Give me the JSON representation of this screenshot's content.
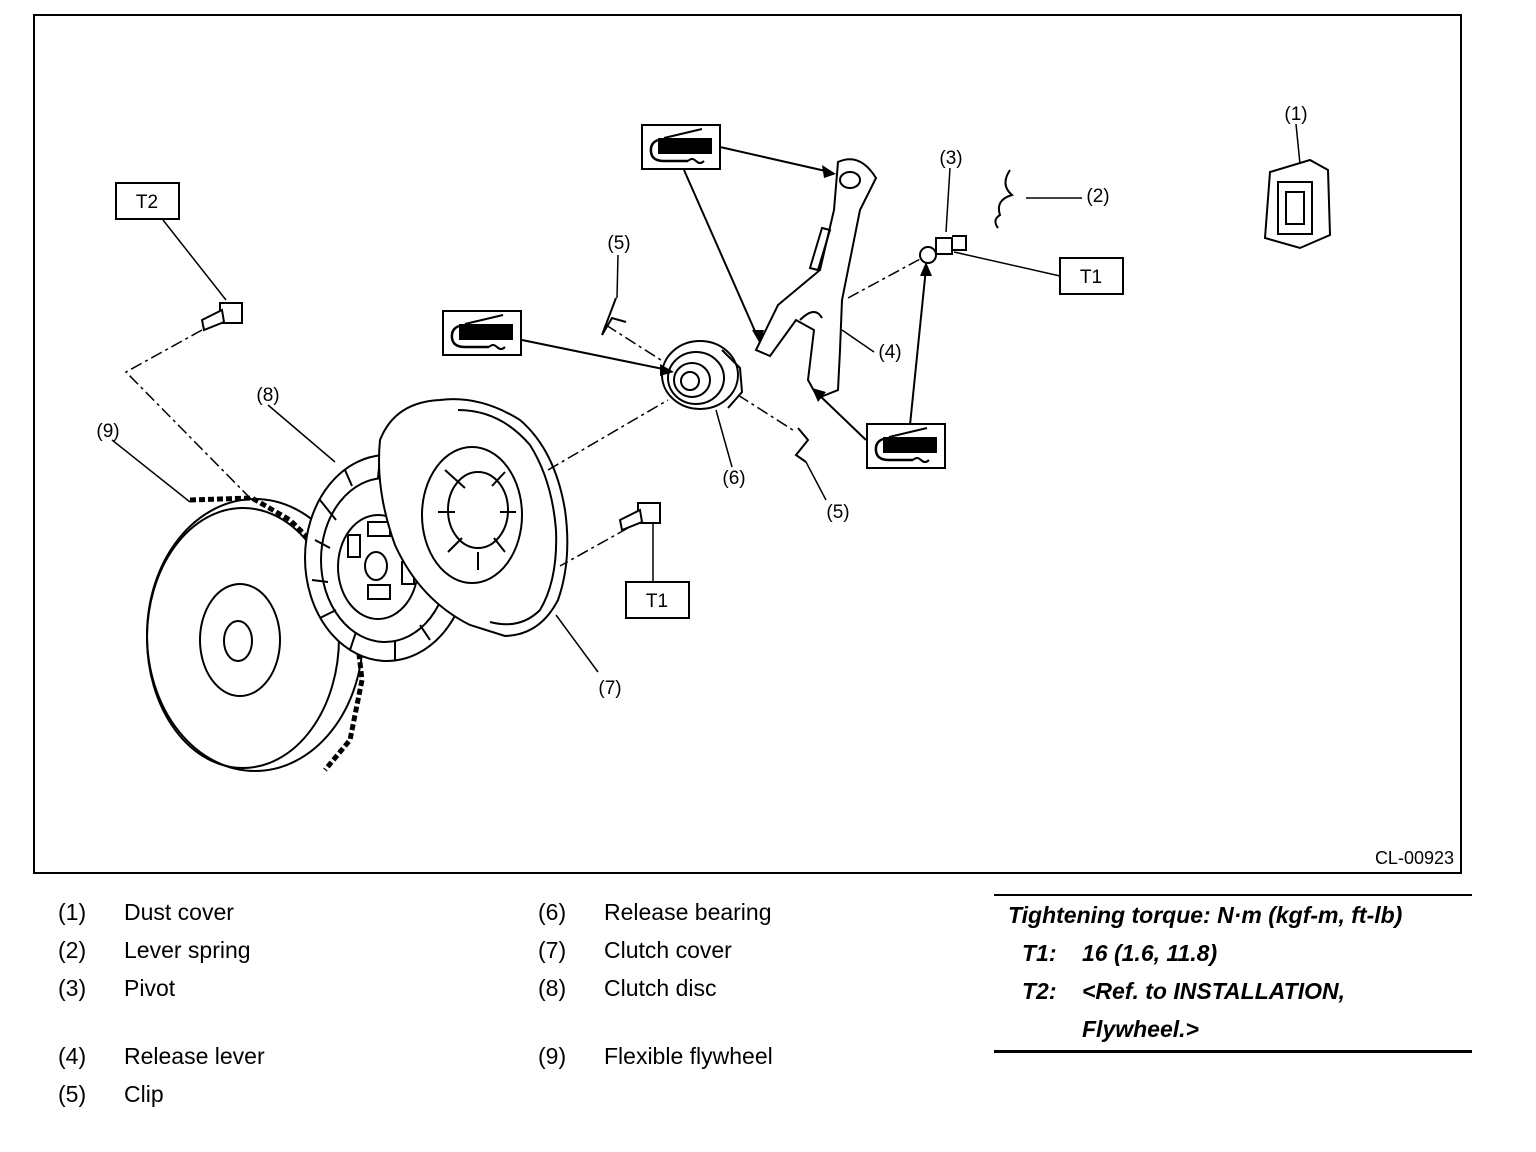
{
  "figure": {
    "id": "CL-00923",
    "callouts": [
      "(1)",
      "(2)",
      "(3)",
      "(4)",
      "(5)",
      "(5)",
      "(6)",
      "(7)",
      "(8)",
      "(9)"
    ],
    "torque_tags": [
      "T1",
      "T1",
      "T2"
    ]
  },
  "legend": {
    "left": [
      {
        "num": "(1)",
        "name": "Dust cover"
      },
      {
        "num": "(2)",
        "name": "Lever spring"
      },
      {
        "num": "(3)",
        "name": "Pivot"
      },
      {
        "num": "(4)",
        "name": "Release lever"
      },
      {
        "num": "(5)",
        "name": "Clip"
      }
    ],
    "middle": [
      {
        "num": "(6)",
        "name": "Release bearing"
      },
      {
        "num": "(7)",
        "name": "Clutch cover"
      },
      {
        "num": "(8)",
        "name": "Clutch disc"
      },
      {
        "num": "(9)",
        "name": "Flexible flywheel"
      }
    ]
  },
  "torque": {
    "title": "Tightening torque: N·m (kgf-m, ft-lb)",
    "rows": [
      {
        "key": "T1:",
        "value": "16 (1.6, 11.8)"
      },
      {
        "key": "T2:",
        "value": "<Ref. to INSTALLATION, Flywheel.>"
      }
    ]
  },
  "icons": [
    "grease-icon",
    "grease-icon",
    "grease-icon",
    "grease-icon"
  ]
}
